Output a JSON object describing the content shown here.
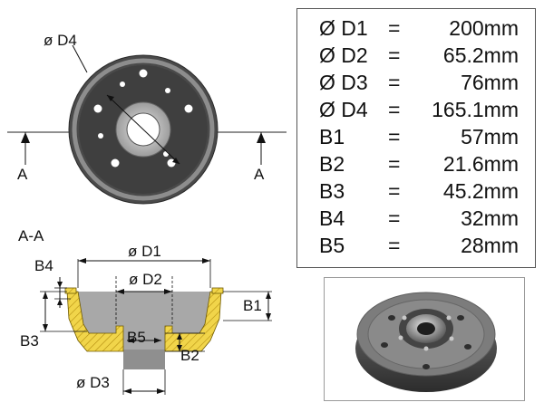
{
  "diagram": {
    "front_view": {
      "d4_label": "ø D4",
      "section_left": "A",
      "section_right": "A"
    },
    "section_view": {
      "title": "A-A",
      "d1_label": "ø D1",
      "d2_label": "ø D2",
      "d3_label": "ø D3",
      "b1_label": "B1",
      "b2_label": "B2",
      "b3_label": "B3",
      "b4_label": "B4",
      "b5_label": "B5"
    }
  },
  "specs": [
    {
      "label": "Ø D1",
      "eq": "=",
      "value": "200mm"
    },
    {
      "label": "Ø D2",
      "eq": "=",
      "value": "65.2mm"
    },
    {
      "label": "Ø D3",
      "eq": "=",
      "value": "76mm"
    },
    {
      "label": "Ø D4",
      "eq": "=",
      "value": "165.1mm"
    },
    {
      "label": "B1",
      "eq": "=",
      "value": "57mm"
    },
    {
      "label": "B2",
      "eq": "=",
      "value": "21.6mm"
    },
    {
      "label": "B3",
      "eq": "=",
      "value": "45.2mm"
    },
    {
      "label": "B4",
      "eq": "=",
      "value": "32mm"
    },
    {
      "label": "B5",
      "eq": "=",
      "value": "28mm"
    }
  ],
  "colors": {
    "drum_dark": "#4a4a4a",
    "drum_ring": "#8d8d8d",
    "section_fill": "#f1d54a",
    "section_grey": "#a8a8a8"
  }
}
